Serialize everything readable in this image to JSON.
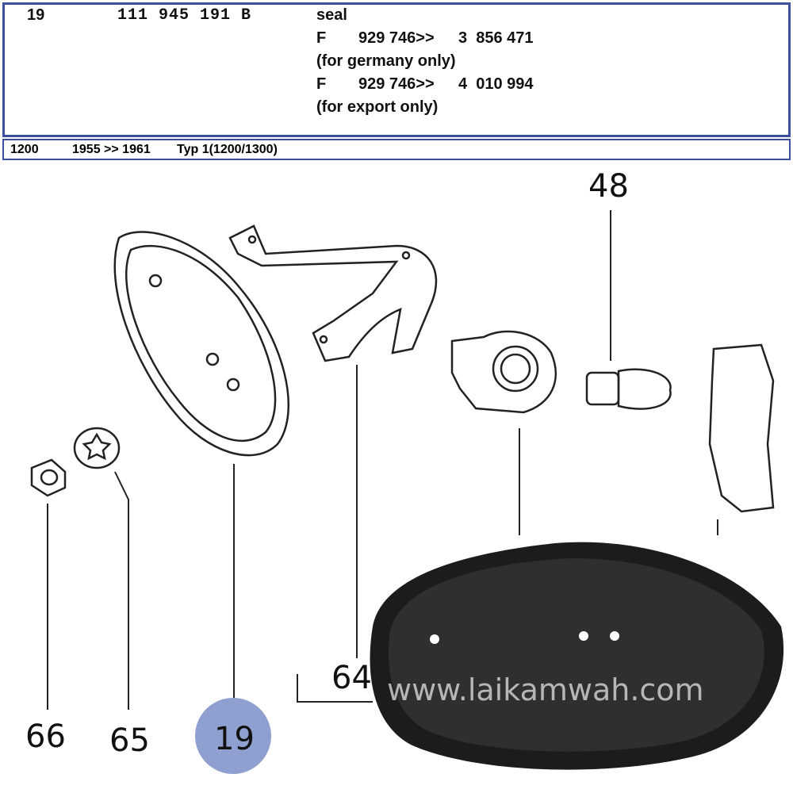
{
  "part": {
    "position": "19",
    "number": "111 945 191 B",
    "name": "seal",
    "lines": [
      {
        "prefix": "F",
        "from": "929 746>>",
        "chassis": "3  856 471",
        "note": "(for germany only)"
      },
      {
        "prefix": "F",
        "from": "929 746>>",
        "chassis": "4  010 994",
        "note": "(for export only)"
      }
    ]
  },
  "info": {
    "engine": "1200",
    "years": "1955 >> 1961",
    "type": "Typ 1(1200/1300)"
  },
  "diagram": {
    "callouts": [
      "48",
      "64",
      "66",
      "65",
      "19"
    ],
    "highlight_color": "#8f9fcf"
  },
  "watermark": "www.laikamwah.com"
}
